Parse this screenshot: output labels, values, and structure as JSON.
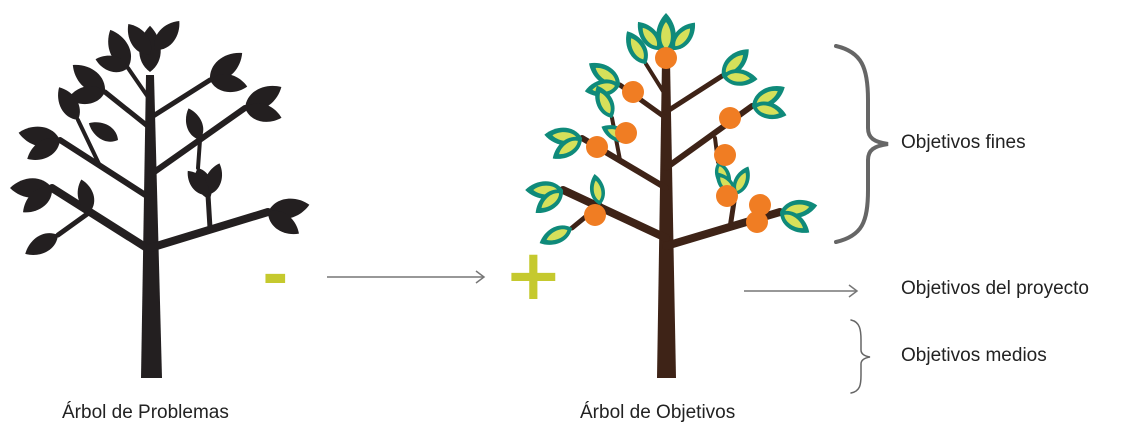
{
  "labels": {
    "problem_tree": "Árbol de Problemas",
    "objective_tree": "Árbol de Objetivos",
    "fines": "Objetivos fines",
    "proyecto": "Objetivos del proyecto",
    "medios": "Objetivos medios"
  },
  "signs": {
    "minus": "-",
    "plus": "+"
  },
  "colors": {
    "problem_tree": "#231f20",
    "objective_trunk": "#3e2317",
    "leaf_outer": "#0f8a7a",
    "leaf_inner": "#d6e05a",
    "fruit": "#f07d23",
    "sign": "#c5c92e",
    "arrow": "#777777",
    "brace": "#666666"
  }
}
